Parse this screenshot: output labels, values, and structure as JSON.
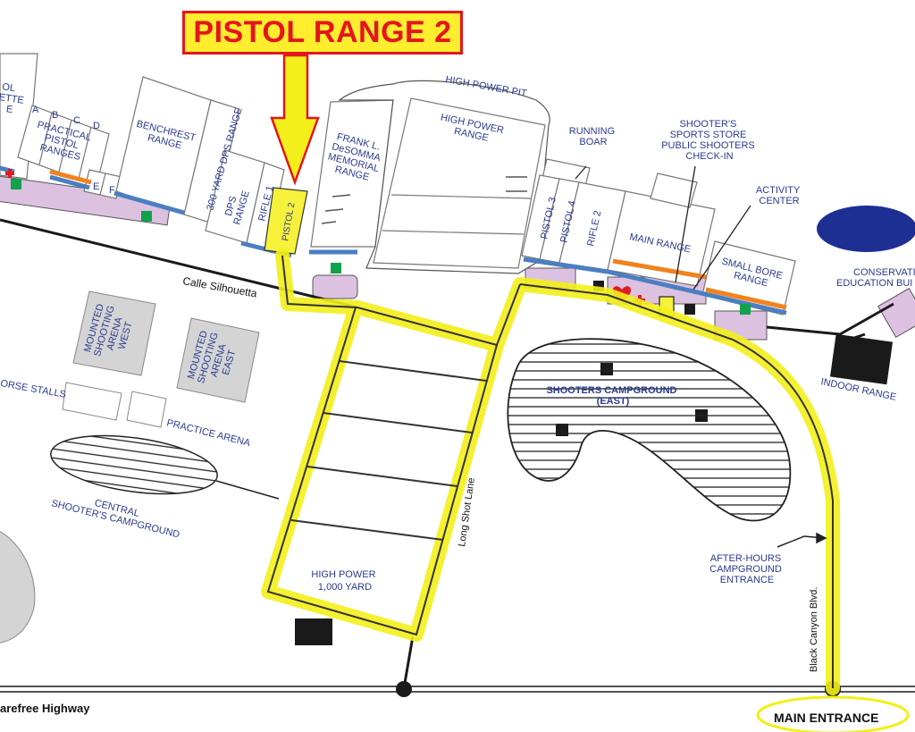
{
  "callout": {
    "title": "PISTOL RANGE 2"
  },
  "roads": {
    "calle_silhouetta": "Calle Silhouetta",
    "long_shot_lane": "Long Shot Lane",
    "black_canyon_blvd": "Black Canyon Blvd.",
    "carefree_highway": "arefree Highway"
  },
  "entrance": {
    "main": "MAIN ENTRANCE"
  },
  "labels": {
    "pistol_left": [
      "OL",
      "ETTE",
      "E"
    ],
    "lanes": [
      "A",
      "B",
      "C",
      "D",
      "E",
      "F"
    ],
    "practical": [
      "PRACTICAL",
      "PISTOL",
      "RANGES"
    ],
    "benchrest": [
      "BENCHREST",
      "RANGE"
    ],
    "dps_300": "300 YARD DPS RANGE",
    "dps": [
      "DPS",
      "RANGE"
    ],
    "rifle1": "RIFLE 1",
    "pistol2": "PISTOL 2",
    "desomma": [
      "FRANK L.",
      "DeSOMMA",
      "MEMORIAL",
      "RANGE"
    ],
    "hp_pit": "HIGH POWER PIT",
    "hp_range": [
      "HIGH POWER",
      "RANGE"
    ],
    "running_boar": [
      "RUNNING",
      "BOAR"
    ],
    "pistol3": "PISTOL 3",
    "pistol4": "PISTOL 4",
    "rifle2": "RIFLE 2",
    "store": [
      "SHOOTER'S",
      "SPORTS STORE",
      "PUBLIC SHOOTERS",
      "CHECK-IN"
    ],
    "activity": [
      "ACTIVITY",
      "CENTER"
    ],
    "main_range": "MAIN RANGE",
    "small_bore": [
      "SMALL BORE",
      "RANGE"
    ],
    "conservation": [
      "CONSERVATI",
      "EDUCATION BUI"
    ],
    "indoor": "INDOOR RANGE",
    "msa_west": [
      "MOUNTED",
      "SHOOTING",
      "ARENA",
      "WEST"
    ],
    "msa_east": [
      "MOUNTED",
      "SHOOTING",
      "ARENA",
      "EAST"
    ],
    "horse_stalls": "ORSE STALLS",
    "practice_arena": "PRACTICE ARENA",
    "central_camp": [
      "CENTRAL",
      "SHOOTER'S CAMPGROUND"
    ],
    "east_camp": [
      "SHOOTERS CAMPGROUND",
      "(EAST)"
    ],
    "hp_1000": [
      "HIGH POWER",
      "1,000 YARD"
    ],
    "after_hours": [
      "AFTER-HOURS",
      "CAMPGROUND",
      "ENTRANCE"
    ]
  },
  "colors": {
    "highlight": "#f3ef1a",
    "callout_fill": "#ffed2e",
    "callout_border": "#e4151b",
    "label_text": "#2b3a8f",
    "firing_line": "#4a7fc1",
    "orange_line": "#f0821e",
    "pad": "#dcc2e0",
    "green_marker": "#11a14b",
    "pond": "#1e2f94",
    "arena_fill": "#d4d4d4",
    "first_aid": "#e01b22"
  }
}
